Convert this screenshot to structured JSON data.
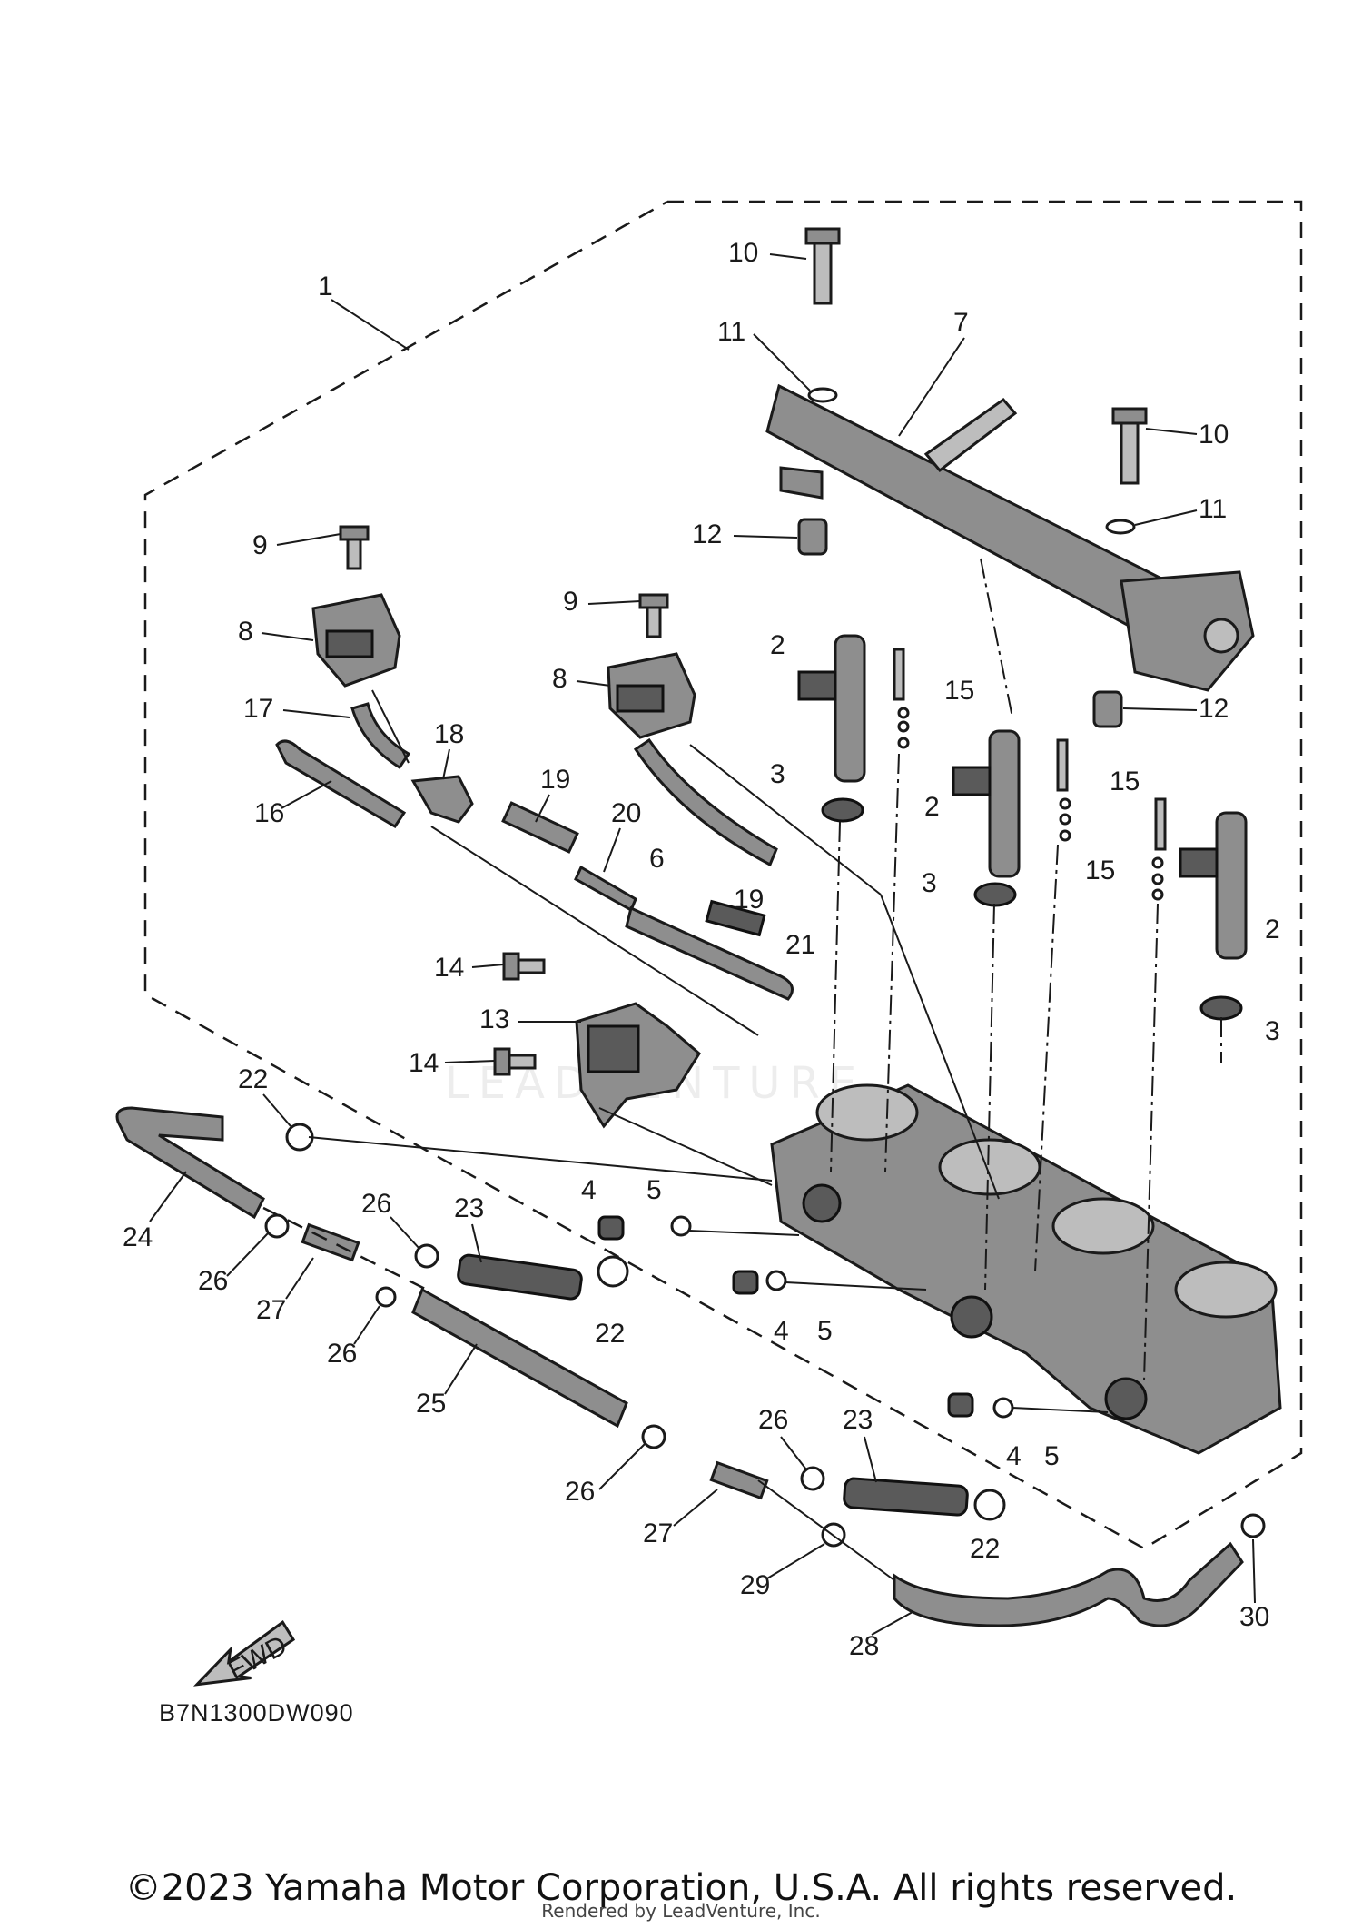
{
  "diagram": {
    "code": "B7N1300DW090",
    "fwd_label": "FWD",
    "watermark": "LEADVENTURE",
    "callouts": [
      {
        "n": "1"
      },
      {
        "n": "2"
      },
      {
        "n": "2"
      },
      {
        "n": "2"
      },
      {
        "n": "3"
      },
      {
        "n": "3"
      },
      {
        "n": "3"
      },
      {
        "n": "4"
      },
      {
        "n": "4"
      },
      {
        "n": "4"
      },
      {
        "n": "5"
      },
      {
        "n": "5"
      },
      {
        "n": "5"
      },
      {
        "n": "6"
      },
      {
        "n": "7"
      },
      {
        "n": "8"
      },
      {
        "n": "8"
      },
      {
        "n": "9"
      },
      {
        "n": "9"
      },
      {
        "n": "10"
      },
      {
        "n": "10"
      },
      {
        "n": "11"
      },
      {
        "n": "11"
      },
      {
        "n": "12"
      },
      {
        "n": "12"
      },
      {
        "n": "13"
      },
      {
        "n": "14"
      },
      {
        "n": "14"
      },
      {
        "n": "15"
      },
      {
        "n": "15"
      },
      {
        "n": "15"
      },
      {
        "n": "16"
      },
      {
        "n": "17"
      },
      {
        "n": "18"
      },
      {
        "n": "19"
      },
      {
        "n": "19"
      },
      {
        "n": "20"
      },
      {
        "n": "21"
      },
      {
        "n": "22"
      },
      {
        "n": "22"
      },
      {
        "n": "22"
      },
      {
        "n": "23"
      },
      {
        "n": "23"
      },
      {
        "n": "24"
      },
      {
        "n": "25"
      },
      {
        "n": "26"
      },
      {
        "n": "26"
      },
      {
        "n": "26"
      },
      {
        "n": "26"
      },
      {
        "n": "26"
      },
      {
        "n": "27"
      },
      {
        "n": "27"
      },
      {
        "n": "28"
      },
      {
        "n": "29"
      },
      {
        "n": "30"
      }
    ]
  },
  "footer": {
    "copyright": "©2023 Yamaha Motor Corporation, U.S.A. All rights reserved.",
    "rendered_by": "Rendered by LeadVenture, Inc."
  }
}
